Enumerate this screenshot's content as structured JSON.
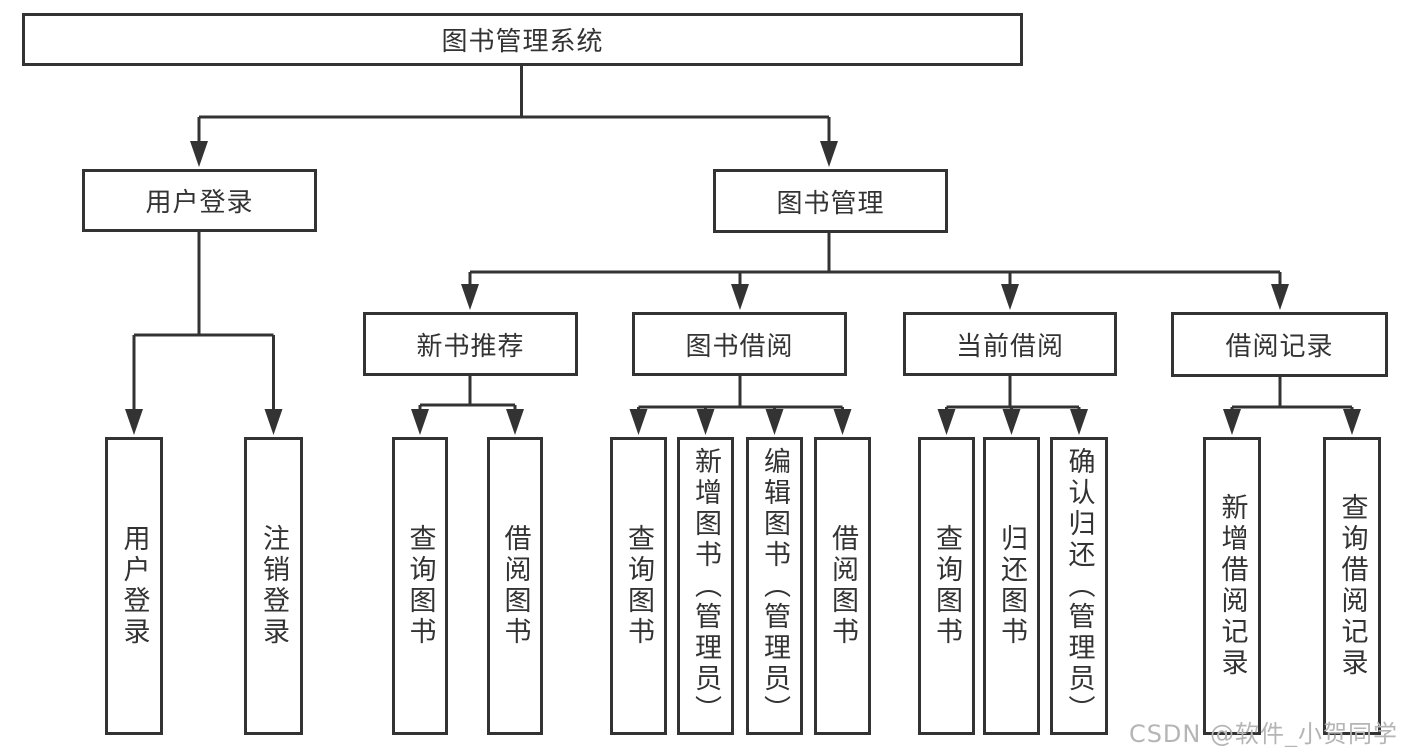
{
  "root": {
    "label": "图书管理系统"
  },
  "level1": [
    {
      "key": "user-login",
      "label": "用户登录"
    },
    {
      "key": "book-management",
      "label": "图书管理"
    }
  ],
  "level2": [
    {
      "key": "new-book-recommend",
      "label": "新书推荐"
    },
    {
      "key": "book-borrow",
      "label": "图书借阅"
    },
    {
      "key": "current-borrow",
      "label": "当前借阅"
    },
    {
      "key": "borrow-records",
      "label": "借阅记录"
    }
  ],
  "leaves": [
    {
      "parent": "user-login",
      "label": "用户登录"
    },
    {
      "parent": "user-login",
      "label": "注销登录"
    },
    {
      "parent": "new-book-recommend",
      "label": "查询图书"
    },
    {
      "parent": "new-book-recommend",
      "label": "借阅图书"
    },
    {
      "parent": "book-borrow",
      "label": "查询图书"
    },
    {
      "parent": "book-borrow",
      "label": "新增图书（管理员）"
    },
    {
      "parent": "book-borrow",
      "label": "编辑图书（管理员）"
    },
    {
      "parent": "book-borrow",
      "label": "借阅图书"
    },
    {
      "parent": "current-borrow",
      "label": "查询图书"
    },
    {
      "parent": "current-borrow",
      "label": "归还图书"
    },
    {
      "parent": "current-borrow",
      "label": "确认归还（管理员）"
    },
    {
      "parent": "borrow-records",
      "label": "新增借阅记录"
    },
    {
      "parent": "borrow-records",
      "label": "查询借阅记录"
    }
  ],
  "watermark": {
    "text": "CSDN @软件_小贺同学"
  },
  "colors": {
    "line": "#333333",
    "text": "#333333",
    "watermark": "#b5b5b5",
    "background": "#ffffff"
  }
}
